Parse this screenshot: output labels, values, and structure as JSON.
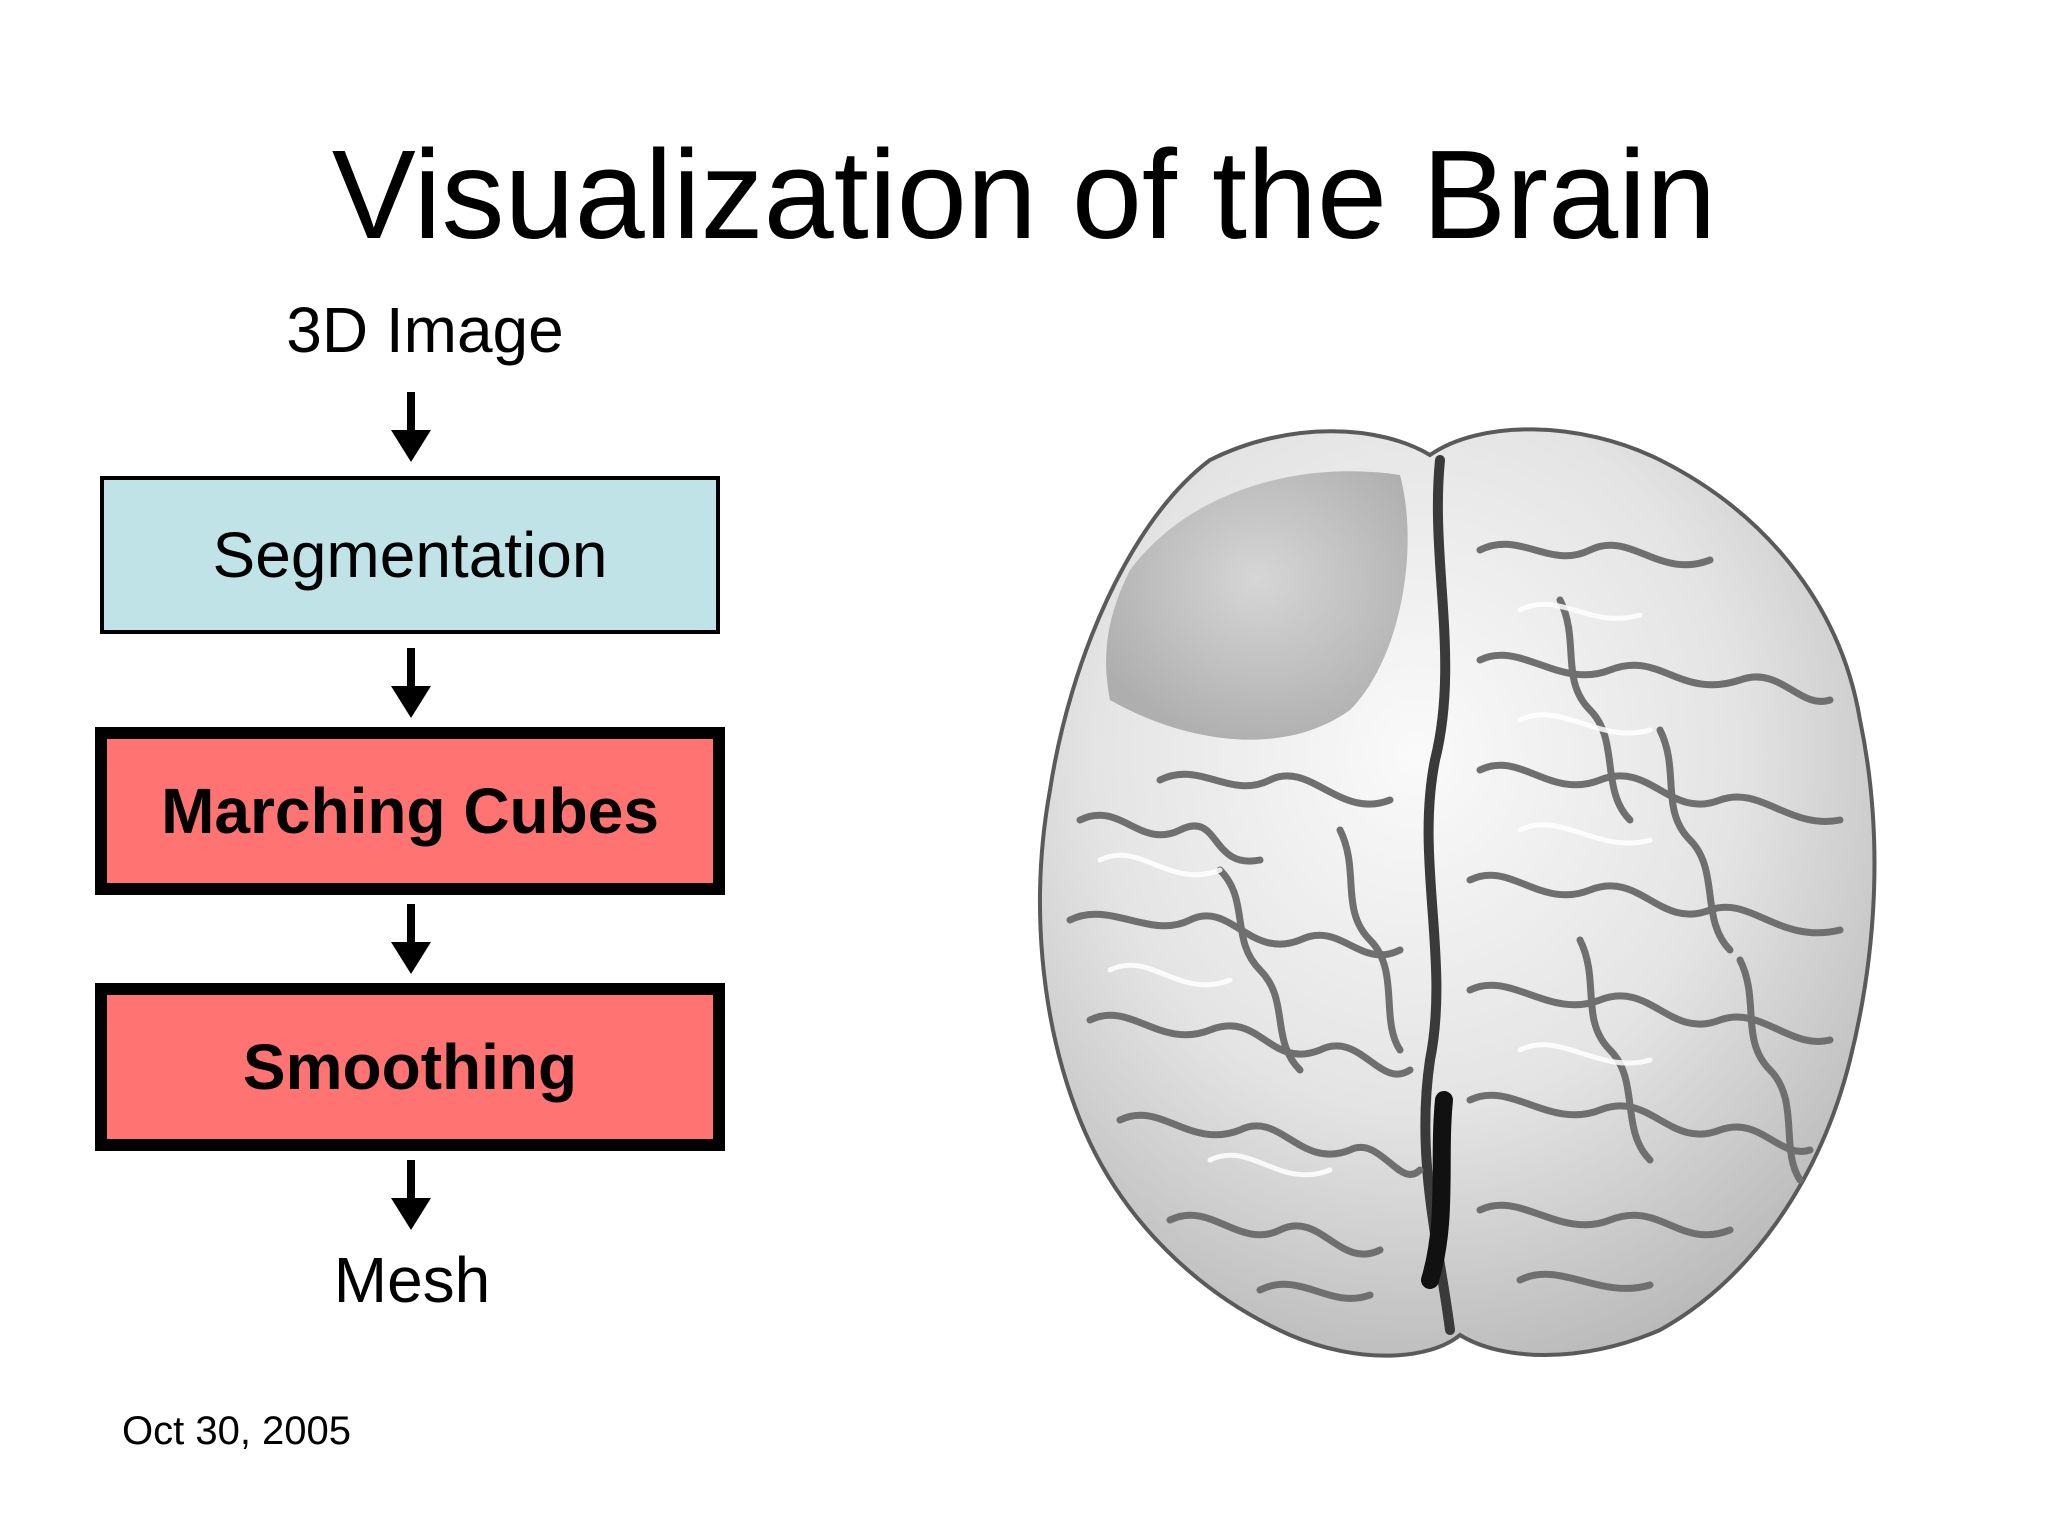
{
  "slide": {
    "title": "Visualization of the Brain",
    "date": "Oct 30, 2005"
  },
  "pipeline": {
    "input": "3D Image",
    "steps": [
      {
        "label": "Segmentation",
        "fill": "#bfe3e6"
      },
      {
        "label": "Marching Cubes",
        "fill": "#ff7373"
      },
      {
        "label": "Smoothing",
        "fill": "#ff7373"
      }
    ],
    "output": "Mesh"
  },
  "colors": {
    "text": "#000000",
    "arrow": "#000000",
    "box_border": "#000000",
    "brain_surface": "#e6e6e6",
    "brain_shadow": "#7a7a7a"
  },
  "icons": {
    "arrow": "down-arrow-icon",
    "image": "brain-surface-mesh"
  }
}
